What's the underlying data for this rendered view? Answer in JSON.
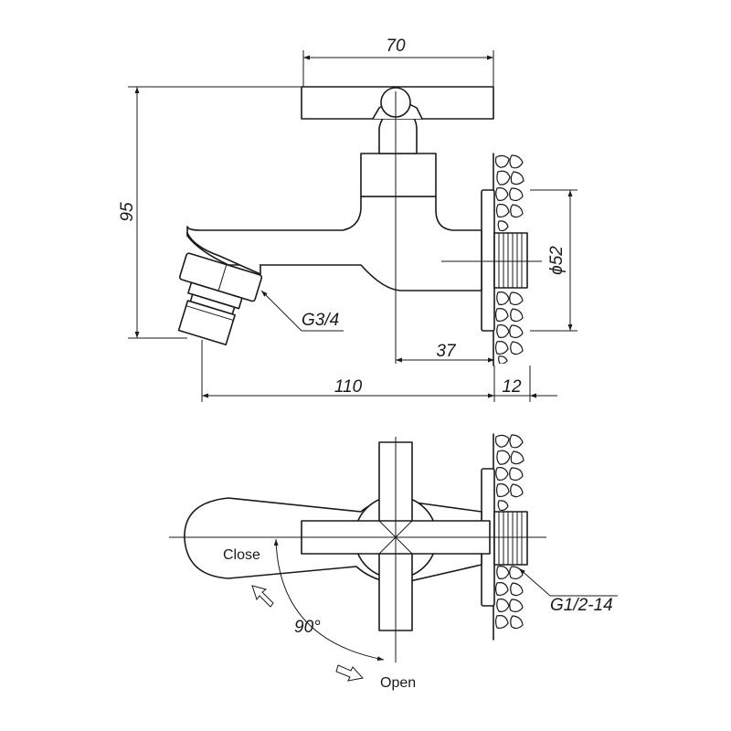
{
  "drawing": {
    "dimensions": {
      "handle_width": "70",
      "height": "95",
      "diameter": "ϕ52",
      "spout_to_axis": "37",
      "projection": "110",
      "wall_offset": "12"
    },
    "threads": {
      "outlet": "G3/4",
      "inlet": "G1/2-14"
    },
    "labels": {
      "close": "Close",
      "open": "Open",
      "angle": "90°"
    },
    "colors": {
      "line": "#1a1a1a",
      "background": "#ffffff"
    }
  }
}
